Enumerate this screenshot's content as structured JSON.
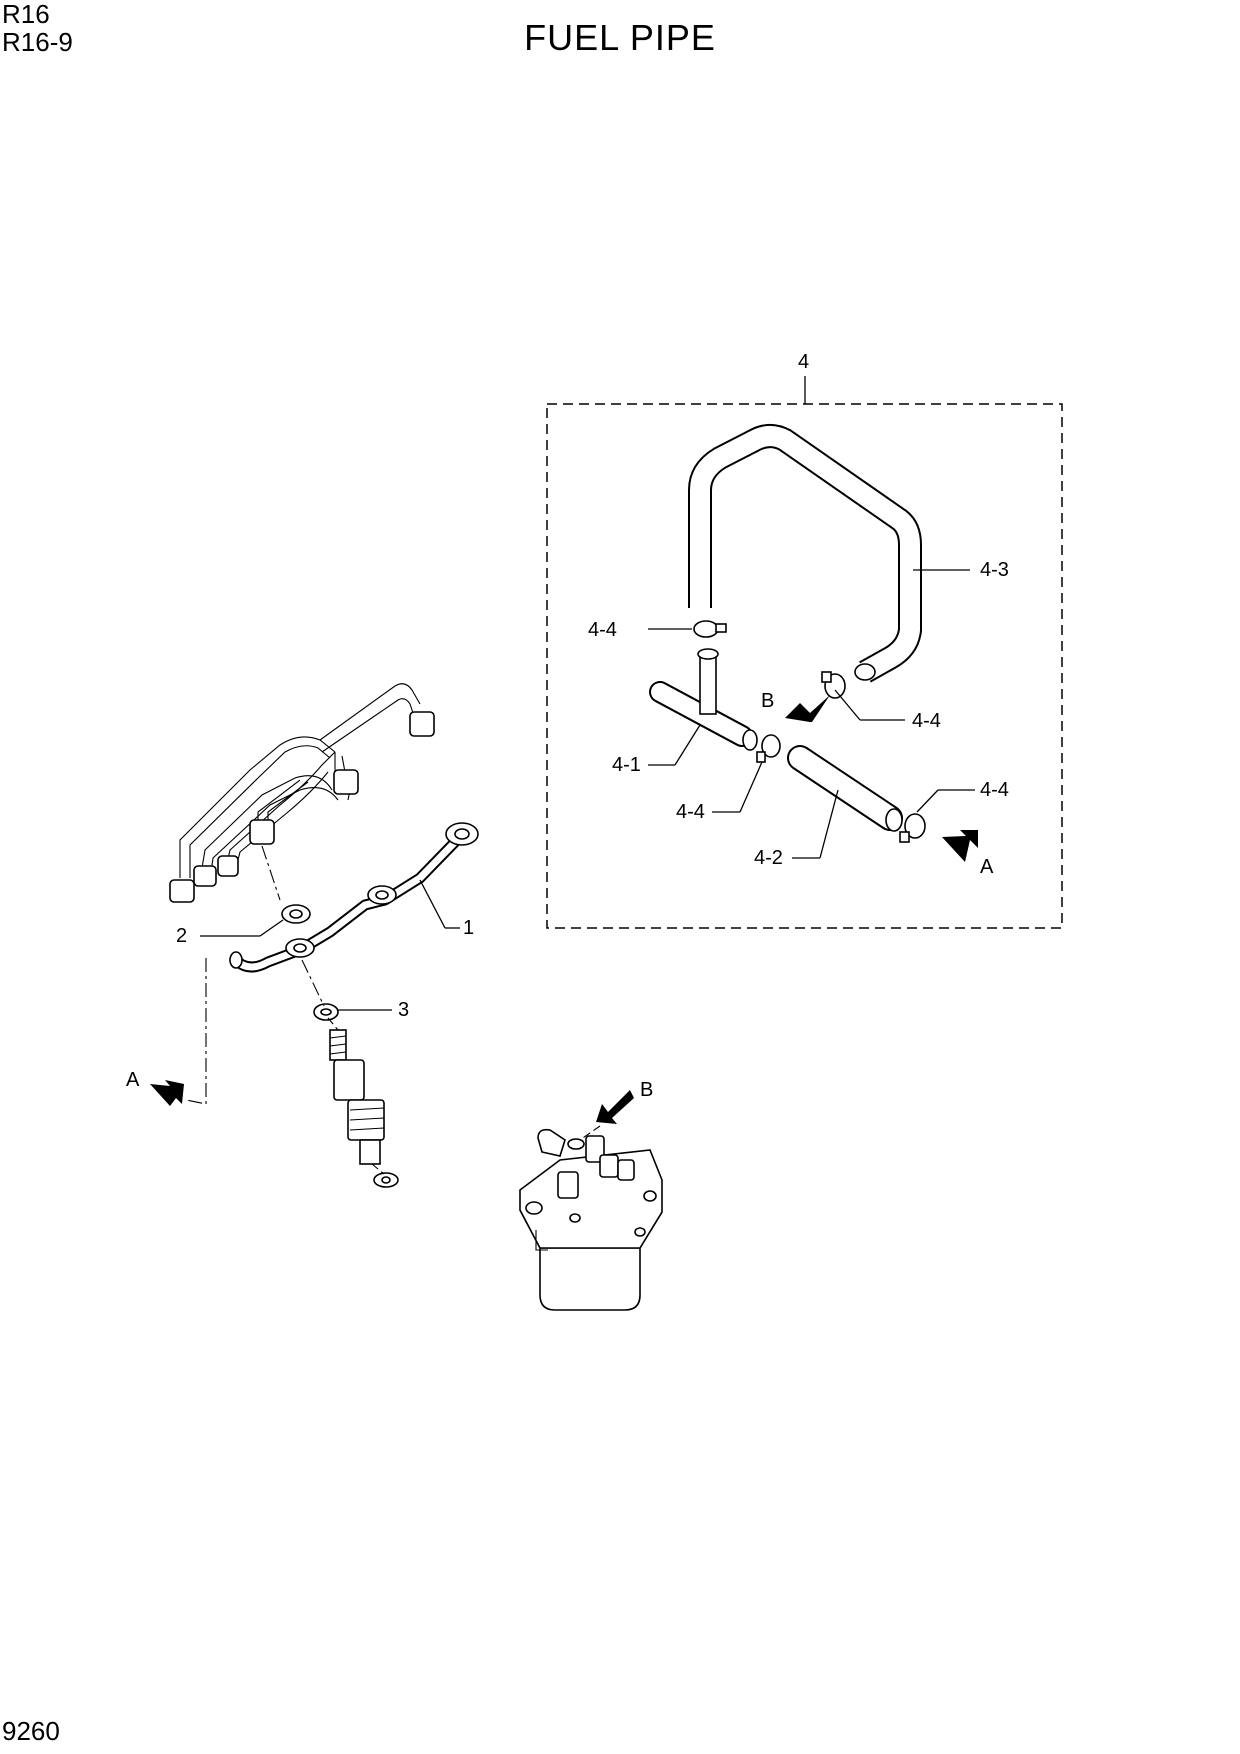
{
  "header": {
    "model": "R16",
    "submodel": "R16-9",
    "title": "FUEL PIPE"
  },
  "footer": {
    "page_number": "9260"
  },
  "callouts": {
    "c1": "1",
    "c2": "2",
    "c3": "3",
    "c4": "4",
    "c4_1": "4-1",
    "c4_2": "4-2",
    "c4_3": "4-3",
    "c4_4a": "4-4",
    "c4_4b": "4-4",
    "c4_4c": "4-4",
    "c4_4d": "4-4"
  },
  "view_markers": {
    "a_detail": "A",
    "b_detail": "B",
    "a_main": "A",
    "b_main": "B"
  }
}
